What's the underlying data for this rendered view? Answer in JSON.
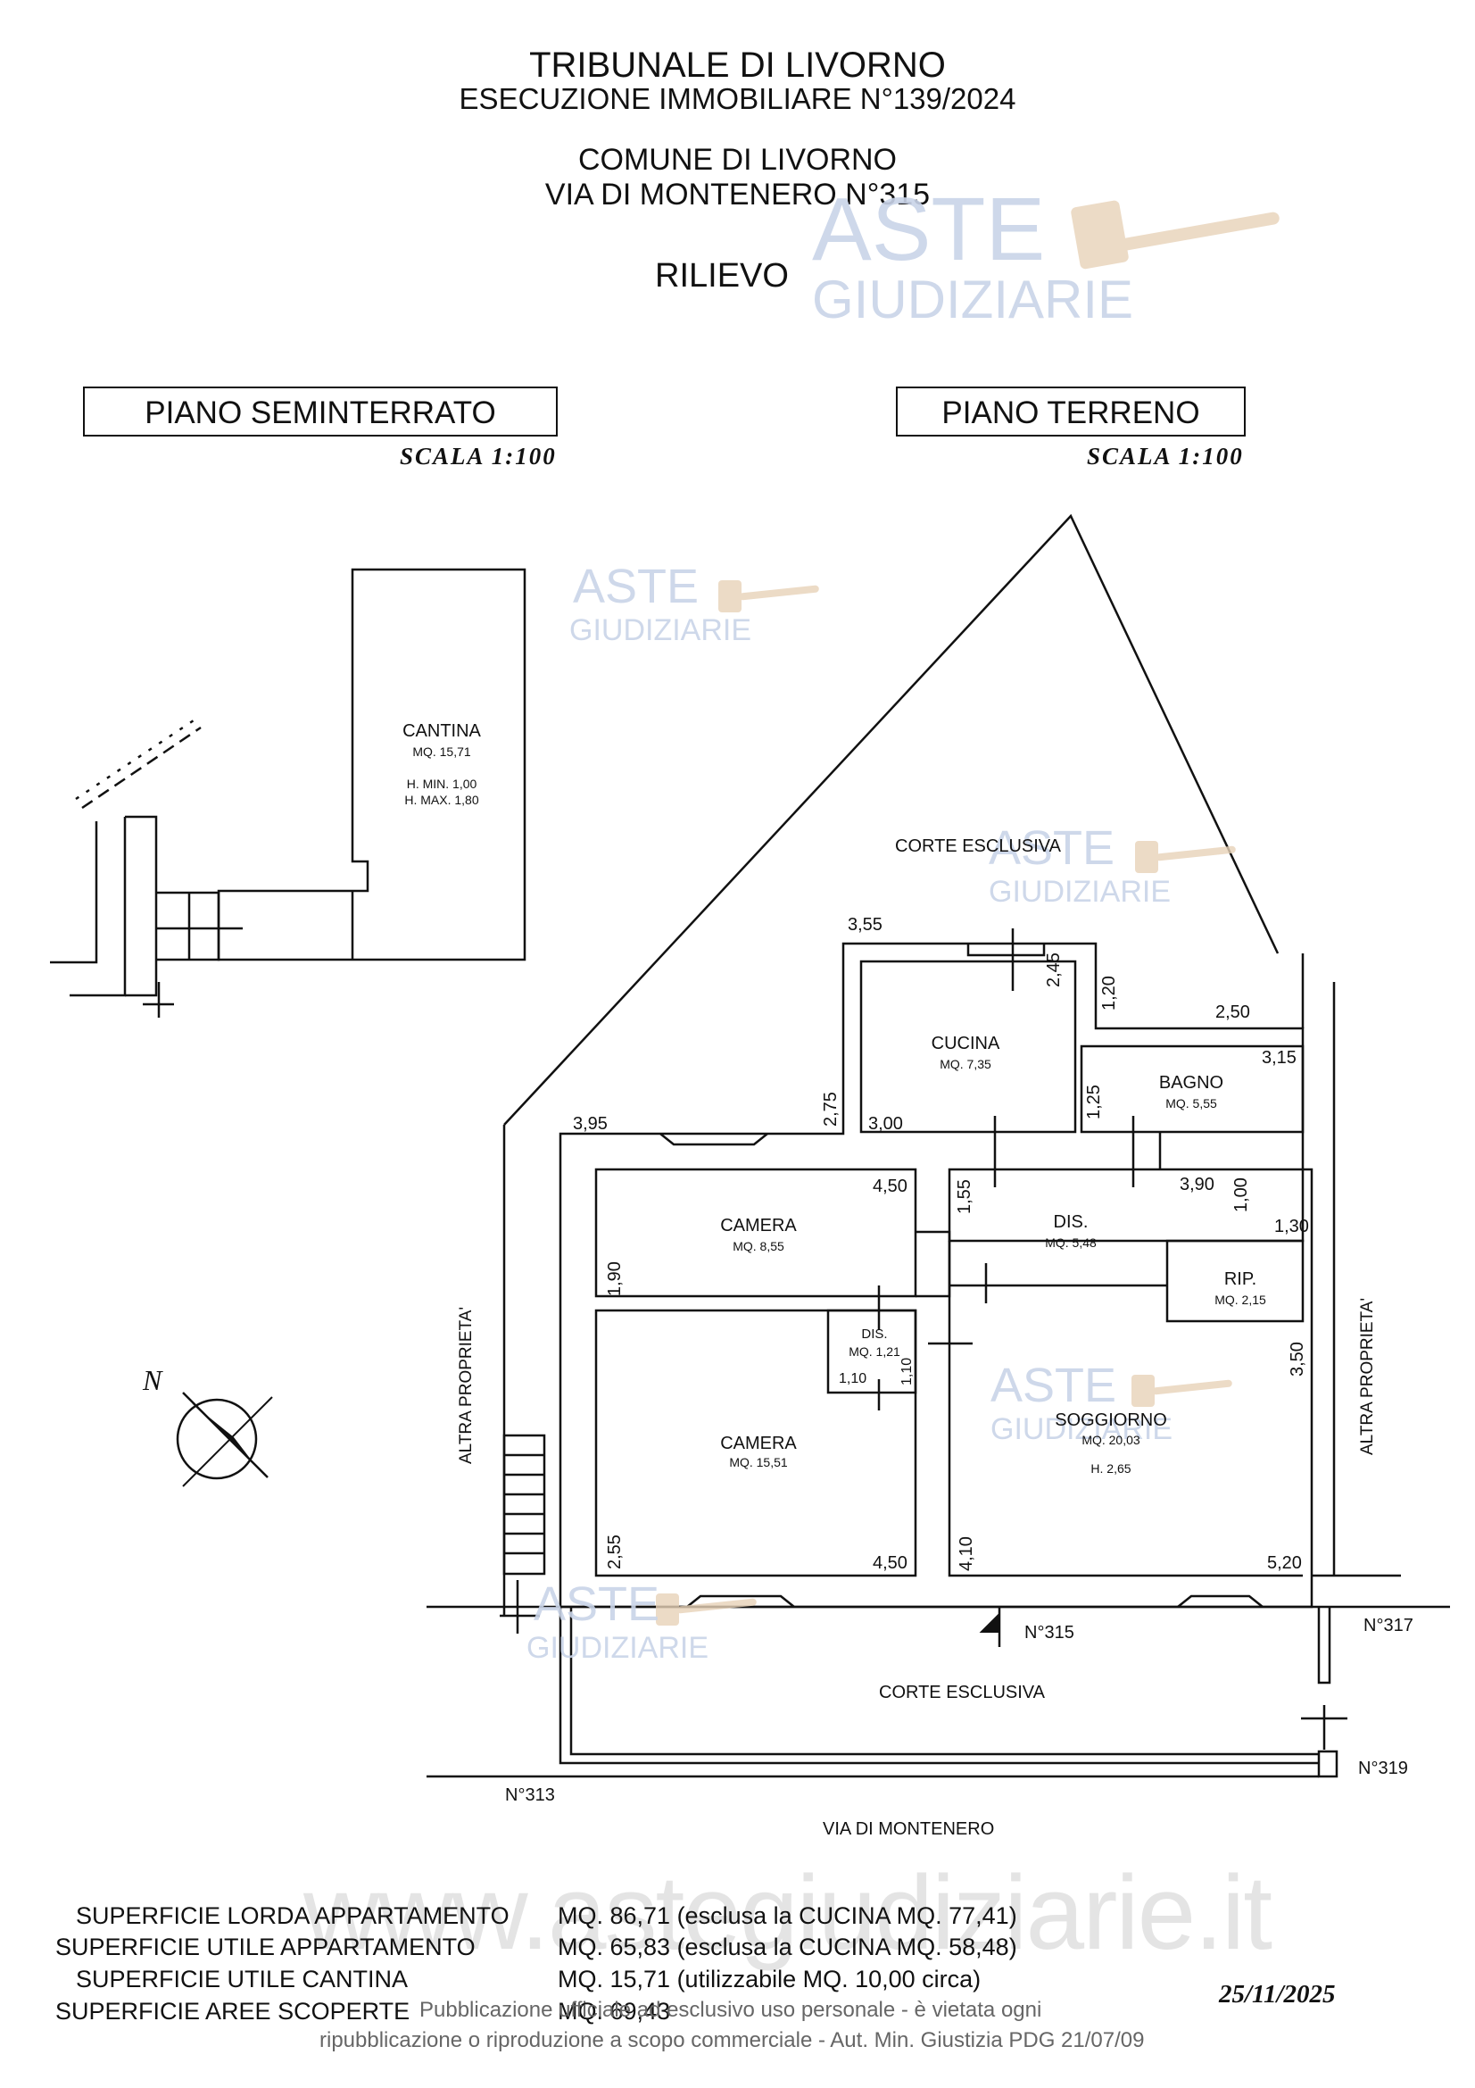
{
  "header": {
    "tribunale": "TRIBUNALE DI LIVORNO",
    "esecuzione": "ESECUZIONE IMMOBILIARE N°139/2024",
    "comune": "COMUNE DI LIVORNO",
    "indirizzo": "VIA DI MONTENERO N°315",
    "rilievo": "RILIEVO"
  },
  "sections": {
    "seminterrato": {
      "title": "PIANO SEMINTERRATO",
      "scale": "SCALA 1:100"
    },
    "terreno": {
      "title": "PIANO TERRENO",
      "scale": "SCALA 1:100"
    }
  },
  "cantina": {
    "name": "CANTINA",
    "area": "MQ. 15,71",
    "hmin": "H. MIN. 1,00",
    "hmax": "H. MAX. 1,80"
  },
  "rooms": {
    "cucina": {
      "name": "CUCINA",
      "area": "MQ. 7,35"
    },
    "bagno": {
      "name": "BAGNO",
      "area": "MQ. 5,55"
    },
    "camera1": {
      "name": "CAMERA",
      "area": "MQ. 8,55"
    },
    "dis1": {
      "name": "DIS.",
      "area": "MQ. 5,48"
    },
    "rip": {
      "name": "RIP.",
      "area": "MQ. 2,15"
    },
    "dis2": {
      "name": "DIS.",
      "area": "MQ. 1,21"
    },
    "camera2": {
      "name": "CAMERA",
      "area": "MQ. 15,51"
    },
    "soggiorno": {
      "name": "SOGGIORNO",
      "area": "MQ. 20,03",
      "height": "H. 2,65"
    }
  },
  "dims": {
    "d355": "3,55",
    "d245": "2,45",
    "d120": "1,20",
    "d250": "2,50",
    "d315": "3,15",
    "d395": "3,95",
    "d275": "2,75",
    "d300": "3,00",
    "d125": "1,25",
    "d450a": "4,50",
    "d155": "1,55",
    "d390": "3,90",
    "d100": "1,00",
    "d130": "1,30",
    "d190": "1,90",
    "d110a": "1,10",
    "d110b": "1,10",
    "d350": "3,50",
    "d255": "2,55",
    "d450b": "4,50",
    "d410": "4,10",
    "d520": "5,20"
  },
  "labels": {
    "corte_top": "CORTE ESCLUSIVA",
    "corte_bottom": "CORTE ESCLUSIVA",
    "altra_left": "ALTRA PROPRIETA'",
    "altra_right": "ALTRA PROPRIETA'",
    "n315": "N°315",
    "n317": "N°317",
    "n319": "N°319",
    "n313": "N°313",
    "via": "VIA DI MONTENERO",
    "north": "N"
  },
  "summary": [
    {
      "label": "SUPERFICIE LORDA  APPARTAMENTO",
      "value": "MQ. 86,71 (esclusa la CUCINA MQ. 77,41)"
    },
    {
      "label": "SUPERFICIE UTILE  APPARTAMENTO",
      "value": "MQ. 65,83 (esclusa la CUCINA MQ. 58,48)"
    },
    {
      "label": "SUPERFICIE UTILE  CANTINA",
      "value": "MQ. 15,71 (utilizzabile MQ. 10,00 circa)"
    },
    {
      "label": "SUPERFICIE AREE SCOPERTE",
      "value": "MQ. 69,43"
    }
  ],
  "date": "25/11/2025",
  "notice": {
    "line1": "Pubblicazione ufficiale ad esclusivo uso personale - è vietata ogni",
    "line2": "ripubblicazione o riproduzione a scopo commerciale - Aut. Min. Giustizia PDG 21/07/09"
  },
  "watermark": {
    "aste": "ASTE",
    "giudiziarie": "GIUDIZIARIE",
    "site": "www.astegiudiziarie.it"
  },
  "colors": {
    "line": "#111111",
    "watermark": "#c9d4e8",
    "gavel": "#e8d2b8"
  }
}
